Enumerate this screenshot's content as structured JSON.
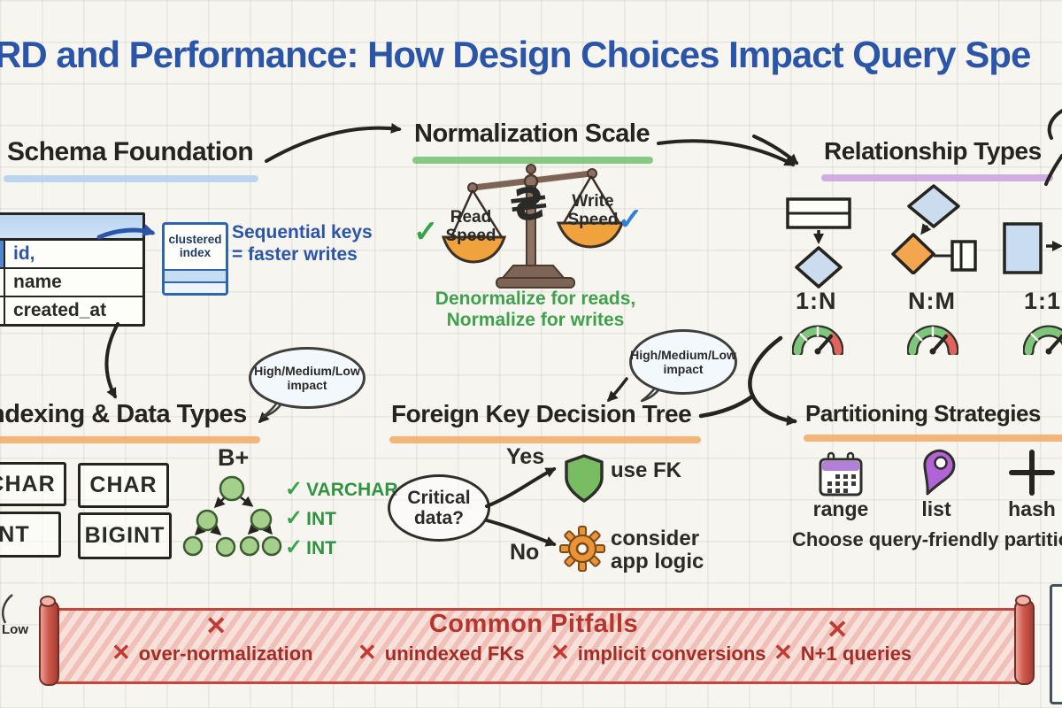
{
  "title": "RD and Performance: How Design Choices Impact Query Spe",
  "icons": {
    "x": "✕",
    "check": "✓",
    "scale_symbol": "₴"
  },
  "schema": {
    "heading": "Schema Foundation",
    "table_rows": [
      "id,",
      "name",
      "created_at"
    ],
    "index_box": [
      "clustered",
      "index"
    ],
    "note": [
      "Sequential keys",
      "= faster writes"
    ]
  },
  "normalization": {
    "heading": "Normalization Scale",
    "left_pan": [
      "Read",
      "Speed"
    ],
    "right_pan": [
      "Write",
      "Speed"
    ],
    "caption": [
      "Denormalize for reads,",
      "Normalize for writes"
    ]
  },
  "relationships": {
    "heading": "Relationship Types",
    "labels": [
      "1:N",
      "N:M",
      "1:1"
    ]
  },
  "indexing": {
    "heading": "ndexing & Data Types",
    "bubble": [
      "High/Medium/Low",
      "impact"
    ],
    "boxes": [
      "RCHAR",
      "CHAR",
      "INT",
      "BIGINT"
    ],
    "tree_label": "B+",
    "checks": [
      "VARCHAR",
      "INT",
      "INT"
    ]
  },
  "foreign_key": {
    "heading": "Foreign Key Decision Tree",
    "bubble": [
      "High/Medium/Low",
      "impact"
    ],
    "question": [
      "Critical",
      "data?"
    ],
    "yes": "Yes",
    "no": "No",
    "use_fk": "use FK",
    "consider": [
      "consider",
      "app logic"
    ]
  },
  "partitioning": {
    "heading": "Partitioning Strategies",
    "labels": [
      "range",
      "list",
      "hash"
    ],
    "caption": "Choose query-friendly partition k"
  },
  "pitfalls": {
    "heading": "Common Pitfalls",
    "items": [
      "over-normalization",
      "unindexed FKs",
      "implicit conversions",
      "N+1 queries"
    ],
    "edge_label": "Low"
  },
  "colors": {
    "title_blue": "#2b55a9",
    "ink": "#2a2a28",
    "schema_underline": "#aecdee",
    "green": "#3fa14c",
    "green_underline": "#6abf69",
    "purple_underline": "#c79be0",
    "orange_underline": "#f2a65a",
    "table_header_blue": "#b9d4ef",
    "accent_blue": "#2b55a9",
    "pan_orange": "#f0a23c",
    "node_green": "#a5d08b",
    "shield_green": "#79bd63",
    "gear_orange": "#eb9335",
    "pin_purple": "#b263d6",
    "banner_red": "#c8453c",
    "pitfall_text": "#a32c26"
  }
}
